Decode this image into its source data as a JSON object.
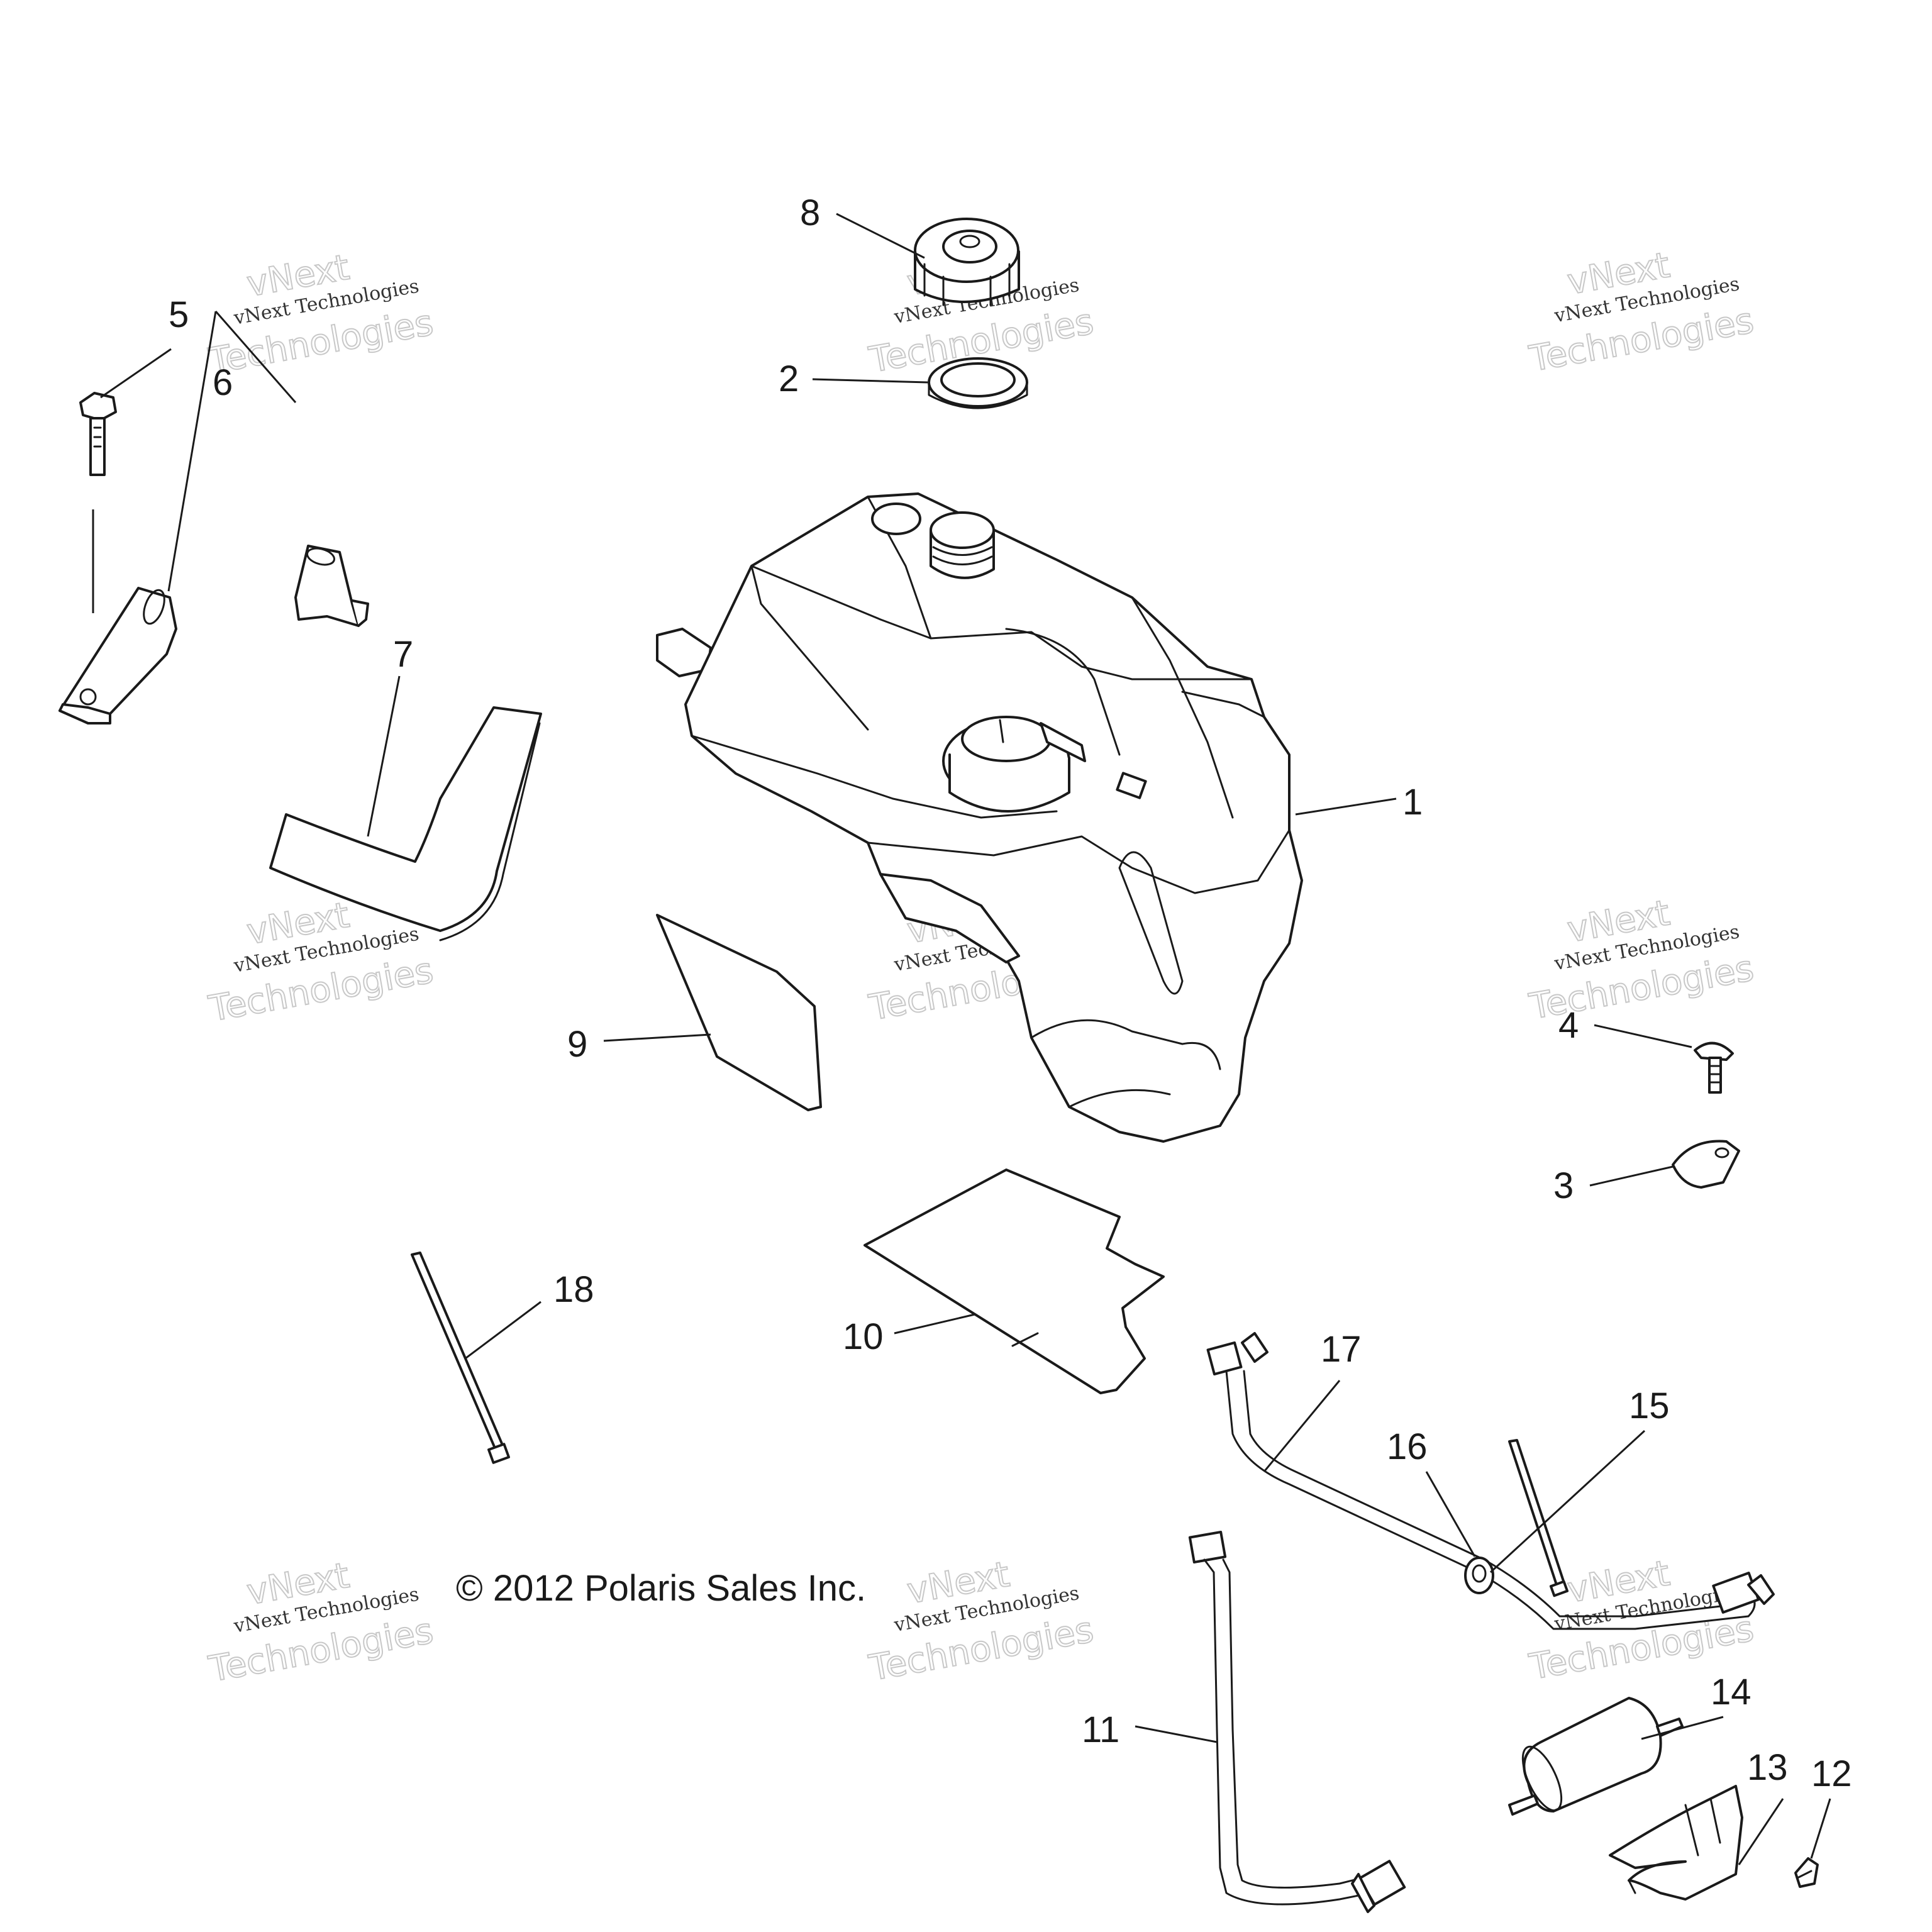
{
  "diagram": {
    "copyright": "© 2012 Polaris Sales Inc.",
    "watermark": {
      "line1": "vNext",
      "line2": "vNext Technologies",
      "line3": "Technologies"
    },
    "callouts": [
      {
        "id": "1",
        "label": "1"
      },
      {
        "id": "2",
        "label": "2"
      },
      {
        "id": "3",
        "label": "3"
      },
      {
        "id": "4",
        "label": "4"
      },
      {
        "id": "5",
        "label": "5"
      },
      {
        "id": "6",
        "label": "6"
      },
      {
        "id": "7",
        "label": "7"
      },
      {
        "id": "8",
        "label": "8"
      },
      {
        "id": "9",
        "label": "9"
      },
      {
        "id": "10",
        "label": "10"
      },
      {
        "id": "11",
        "label": "11"
      },
      {
        "id": "12",
        "label": "12"
      },
      {
        "id": "13",
        "label": "13"
      },
      {
        "id": "14",
        "label": "14"
      },
      {
        "id": "15",
        "label": "15"
      },
      {
        "id": "16",
        "label": "16"
      },
      {
        "id": "17",
        "label": "17"
      },
      {
        "id": "18",
        "label": "18"
      }
    ]
  }
}
